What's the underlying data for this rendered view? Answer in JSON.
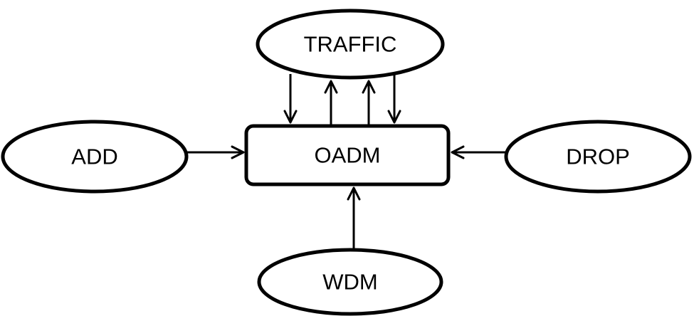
{
  "diagram": {
    "nodes": {
      "traffic": {
        "label": "TRAFFIC"
      },
      "add": {
        "label": "ADD"
      },
      "oadm": {
        "label": "OADM"
      },
      "drop": {
        "label": "DROP"
      },
      "wdm": {
        "label": "WDM"
      }
    },
    "edges": [
      {
        "from": "traffic",
        "to": "oadm"
      },
      {
        "from": "oadm",
        "to": "traffic"
      },
      {
        "from": "oadm",
        "to": "traffic"
      },
      {
        "from": "traffic",
        "to": "oadm"
      },
      {
        "from": "add",
        "to": "oadm"
      },
      {
        "from": "drop",
        "to": "oadm"
      },
      {
        "from": "wdm",
        "to": "oadm"
      }
    ],
    "colors": {
      "stroke": "#000000",
      "fill": "#ffffff",
      "background": "#ffffff"
    }
  }
}
